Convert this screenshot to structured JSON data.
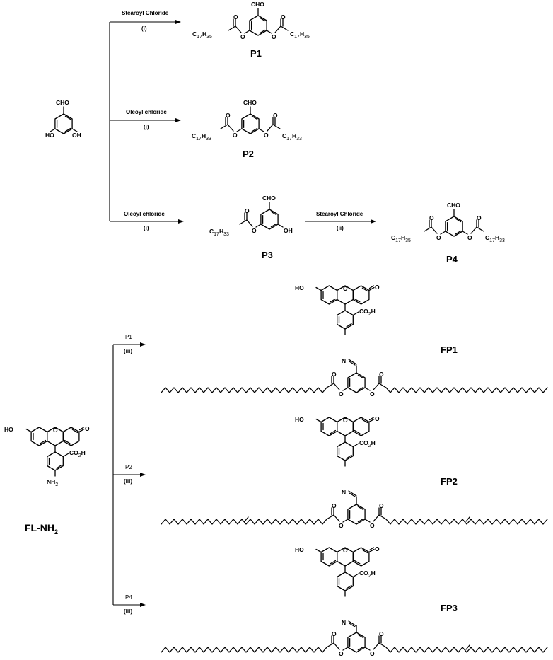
{
  "reactions": {
    "r1": {
      "reagent": "Stearoyl Chloride",
      "condition": "(i)"
    },
    "r2": {
      "reagent": "Oleoyl chloride",
      "condition": "(i)"
    },
    "r3": {
      "reagent": "Oleoyl chloride",
      "condition": "(i)"
    },
    "r4": {
      "reagent": "Stearoyl Chloride",
      "condition": "(ii)"
    },
    "f1": {
      "reagent": "P1",
      "condition": "(iii)"
    },
    "f2": {
      "reagent": "P2",
      "condition": "(iii)"
    },
    "f3": {
      "reagent": "P4",
      "condition": "(iii)"
    }
  },
  "compounds": {
    "p1": "P1",
    "p2": "P2",
    "p3": "P3",
    "p4": "P4",
    "fp1": "FP1",
    "fp2": "FP2",
    "fp3": "FP3",
    "fl_main": "FL-NH",
    "fl_sub": "2"
  },
  "atoms": {
    "cho": "CHO",
    "ho": "HO",
    "oh": "OH",
    "o": "O",
    "n": "N",
    "c": "C",
    "co2h_main": "CO",
    "co2h_sub": "2",
    "co2h_tail": "H",
    "nh2_main": "NH",
    "nh2_sub": "2",
    "c17h35_sub1": "17",
    "c17h35_mid": "H",
    "c17h35_sub2": "35",
    "c17h33_sub2": "33"
  }
}
